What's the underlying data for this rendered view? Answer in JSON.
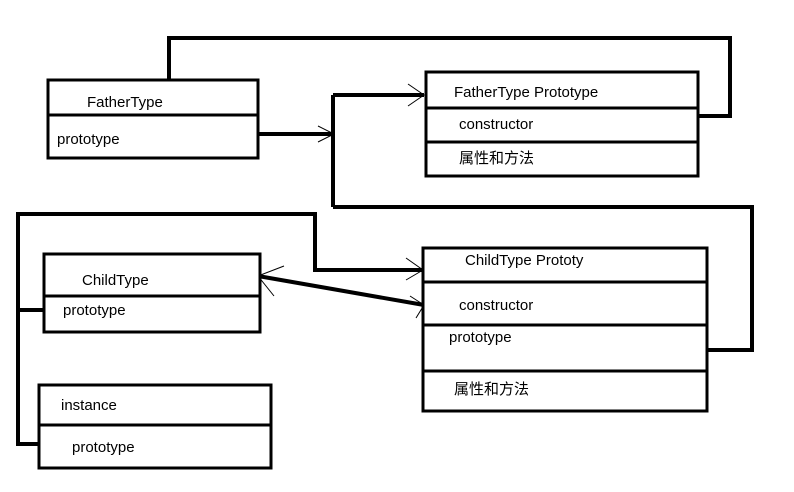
{
  "father_type": {
    "title": "FatherType",
    "field": "prototype"
  },
  "father_prototype": {
    "title": "FatherType  Prototype",
    "constructor": "constructor",
    "members": "属性和方法"
  },
  "child_type": {
    "title": "ChildType",
    "field": "prototype"
  },
  "child_prototype": {
    "title": "ChildType Prototy",
    "constructor": "constructor",
    "prototype": "prototype",
    "members": "属性和方法"
  },
  "instance": {
    "title": "instance",
    "field": "prototype"
  },
  "colors": {
    "background": "#ffffff",
    "stroke": "#000000",
    "text": "#000000"
  }
}
